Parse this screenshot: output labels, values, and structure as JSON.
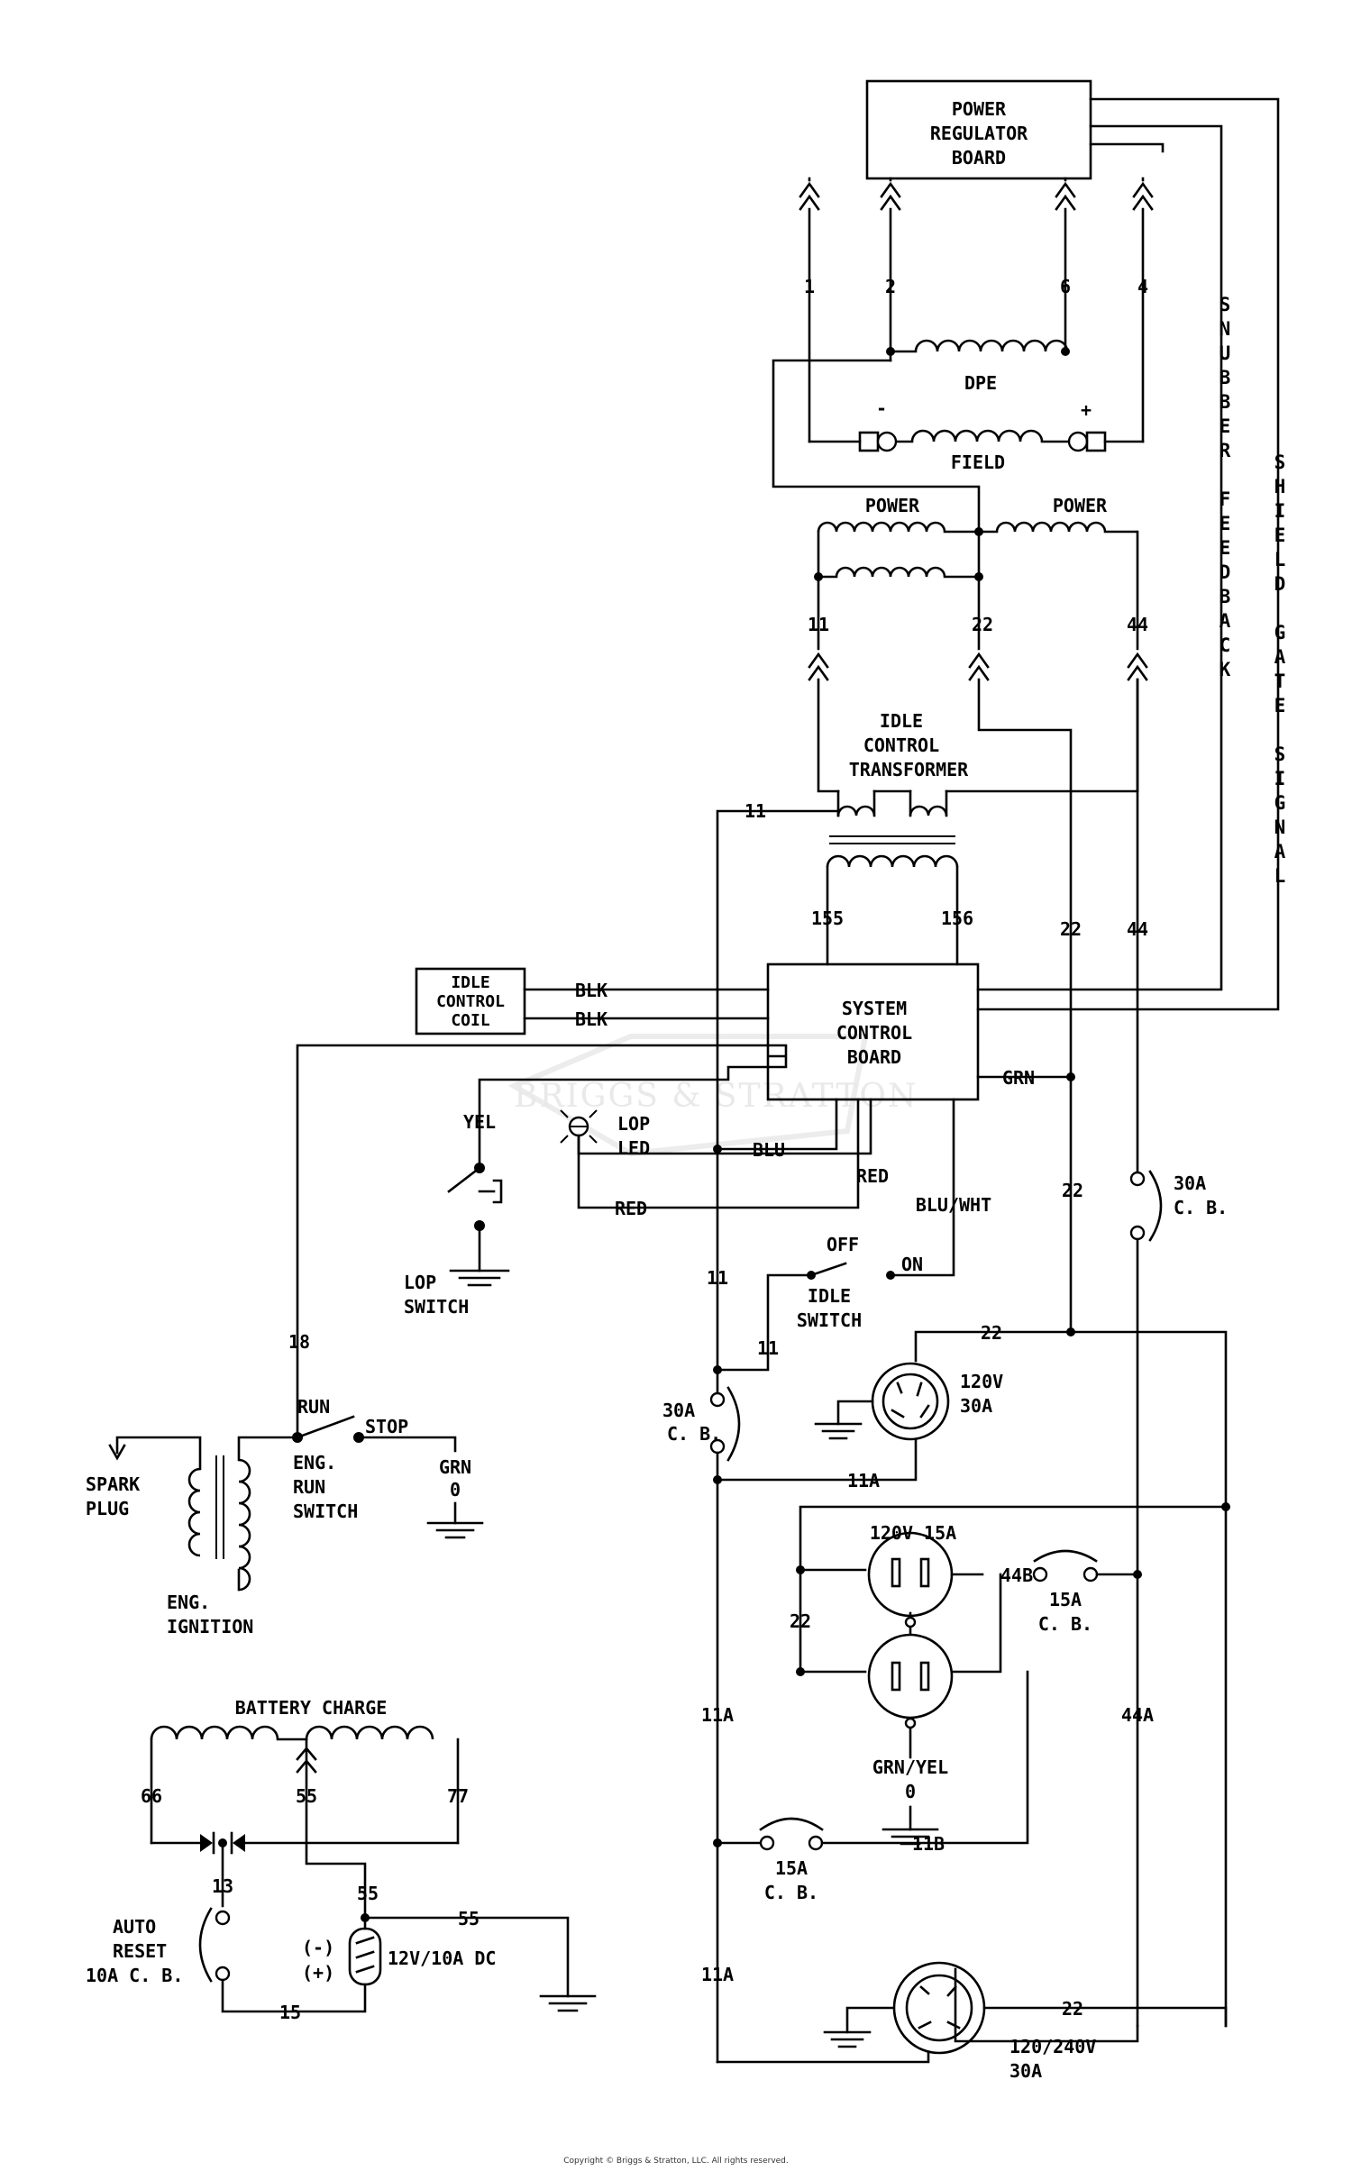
{
  "board": {
    "power_regulator": [
      "POWER",
      "REGULATOR",
      "BOARD"
    ],
    "system_control": [
      "SYSTEM",
      "CONTROL",
      "BOARD"
    ],
    "idle_coil": [
      "IDLE",
      "CONTROL",
      "COIL"
    ]
  },
  "windings": {
    "dpe": "DPE",
    "field": "FIELD",
    "field_neg": "-",
    "field_pos": "+",
    "power_left": "POWER",
    "power_right": "POWER",
    "battery_charge": "BATTERY CHARGE",
    "idle_transformer": [
      "IDLE",
      "CONTROL",
      "TRANSFORMER"
    ]
  },
  "vertical_labels": {
    "snubber": [
      "S",
      "N",
      "U",
      "B",
      "B",
      "E",
      "R",
      "",
      "F",
      "E",
      "E",
      "D",
      "B",
      "A",
      "C",
      "K"
    ],
    "shield": [
      "S",
      "H",
      "I",
      "E",
      "L",
      "D",
      "",
      "G",
      "A",
      "T",
      "E",
      "",
      "S",
      "I",
      "G",
      "N",
      "A",
      "L"
    ]
  },
  "wires": {
    "w1": "1",
    "w2": "2",
    "w6": "6",
    "w4": "4",
    "w11": "11",
    "w22": "22",
    "w44": "44",
    "w155": "155",
    "w156": "156",
    "w11_top": "11",
    "w22_mid": "22",
    "w44_mid": "44",
    "w22_low": "22",
    "w11_left": "11",
    "w11_idle": "11",
    "w18": "18",
    "w22_recp": "22",
    "w11a_a": "11A",
    "w11a_b": "11A",
    "w11a_c": "11A",
    "w22_dup": "22",
    "w44b": "44B",
    "w44a": "44A",
    "w11b": "11B",
    "w22_bottom": "22",
    "w66": "66",
    "w55": "55",
    "w77": "77",
    "w13": "13",
    "w55b": "55",
    "w55c": "55",
    "w15": "15",
    "blk1": "BLK",
    "blk2": "BLK",
    "grn": "GRN",
    "blu": "BLU",
    "red1": "RED",
    "red2": "RED",
    "blu_wht": "BLU/WHT",
    "yel": "YEL"
  },
  "components": {
    "lop_led": [
      "LOP",
      "LED"
    ],
    "lop_switch": [
      "LOP",
      "SWITCH"
    ],
    "idle_switch": [
      "IDLE",
      "SWITCH"
    ],
    "off": "OFF",
    "on": "ON",
    "cb30_right": [
      "30A",
      "C. B."
    ],
    "cb30_left": [
      "30A",
      "C. B."
    ],
    "recp_120v30": [
      "120V",
      "30A"
    ],
    "recp_120v15": "120V 15A",
    "cb15_top": [
      "15A",
      "C. B."
    ],
    "cb15_bottom": [
      "15A",
      "C. B."
    ],
    "grn_yel": [
      "GRN/YEL",
      "0"
    ],
    "recp_240": [
      "120/240V",
      "30A"
    ],
    "run": "RUN",
    "stop": "STOP",
    "eng_run_switch": [
      "ENG.",
      "RUN",
      "SWITCH"
    ],
    "grn_gnd": [
      "GRN",
      "0"
    ],
    "spark_plug": [
      "SPARK",
      "PLUG"
    ],
    "eng_ignition": [
      "ENG.",
      "IGNITION"
    ],
    "auto_reset": [
      "AUTO",
      "RESET",
      "10A C. B."
    ],
    "dc_minus": "(-)",
    "dc_plus": "(+)",
    "dc_out": "12V/10A DC"
  },
  "watermark": "BRIGGS & STRATTON",
  "copyright": "Copyright © Briggs & Stratton, LLC. All rights reserved."
}
